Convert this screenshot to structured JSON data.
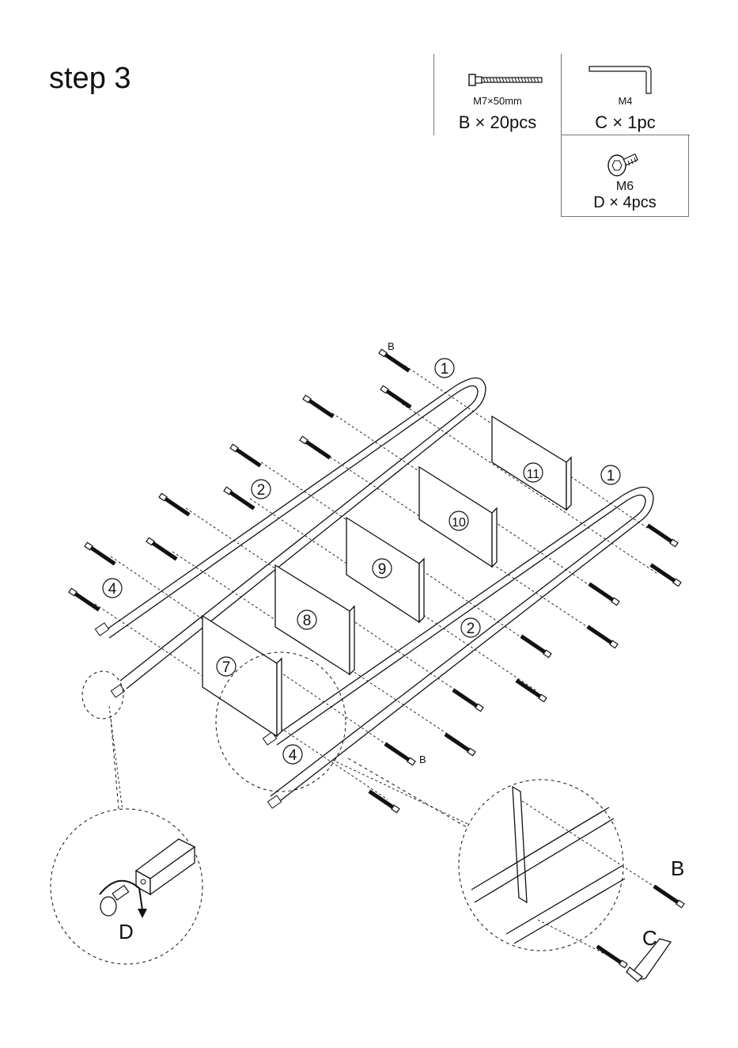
{
  "title": "step 3",
  "parts": {
    "b": {
      "spec": "M7×50mm",
      "qty": "B × 20pcs",
      "icon": "bolt-icon"
    },
    "c": {
      "spec": "M4",
      "qty": "C × 1pc",
      "icon": "allen-key-icon"
    },
    "d": {
      "spec": "M6",
      "qty": "D × 4pcs",
      "icon": "foot-screw-icon"
    }
  },
  "callouts": {
    "rail_front": "1",
    "rail_back": "1",
    "bar_a": "2",
    "bar_b": "2",
    "leg_left": "4",
    "leg_right": "4",
    "panel_7": "7",
    "panel_8": "8",
    "panel_9": "9",
    "panel_10": "10",
    "panel_11": "11",
    "bolt_top": "B",
    "bolt_mid": "B"
  },
  "details": {
    "left_label": "D",
    "right_bolt_label": "B",
    "right_key_label": "C"
  }
}
